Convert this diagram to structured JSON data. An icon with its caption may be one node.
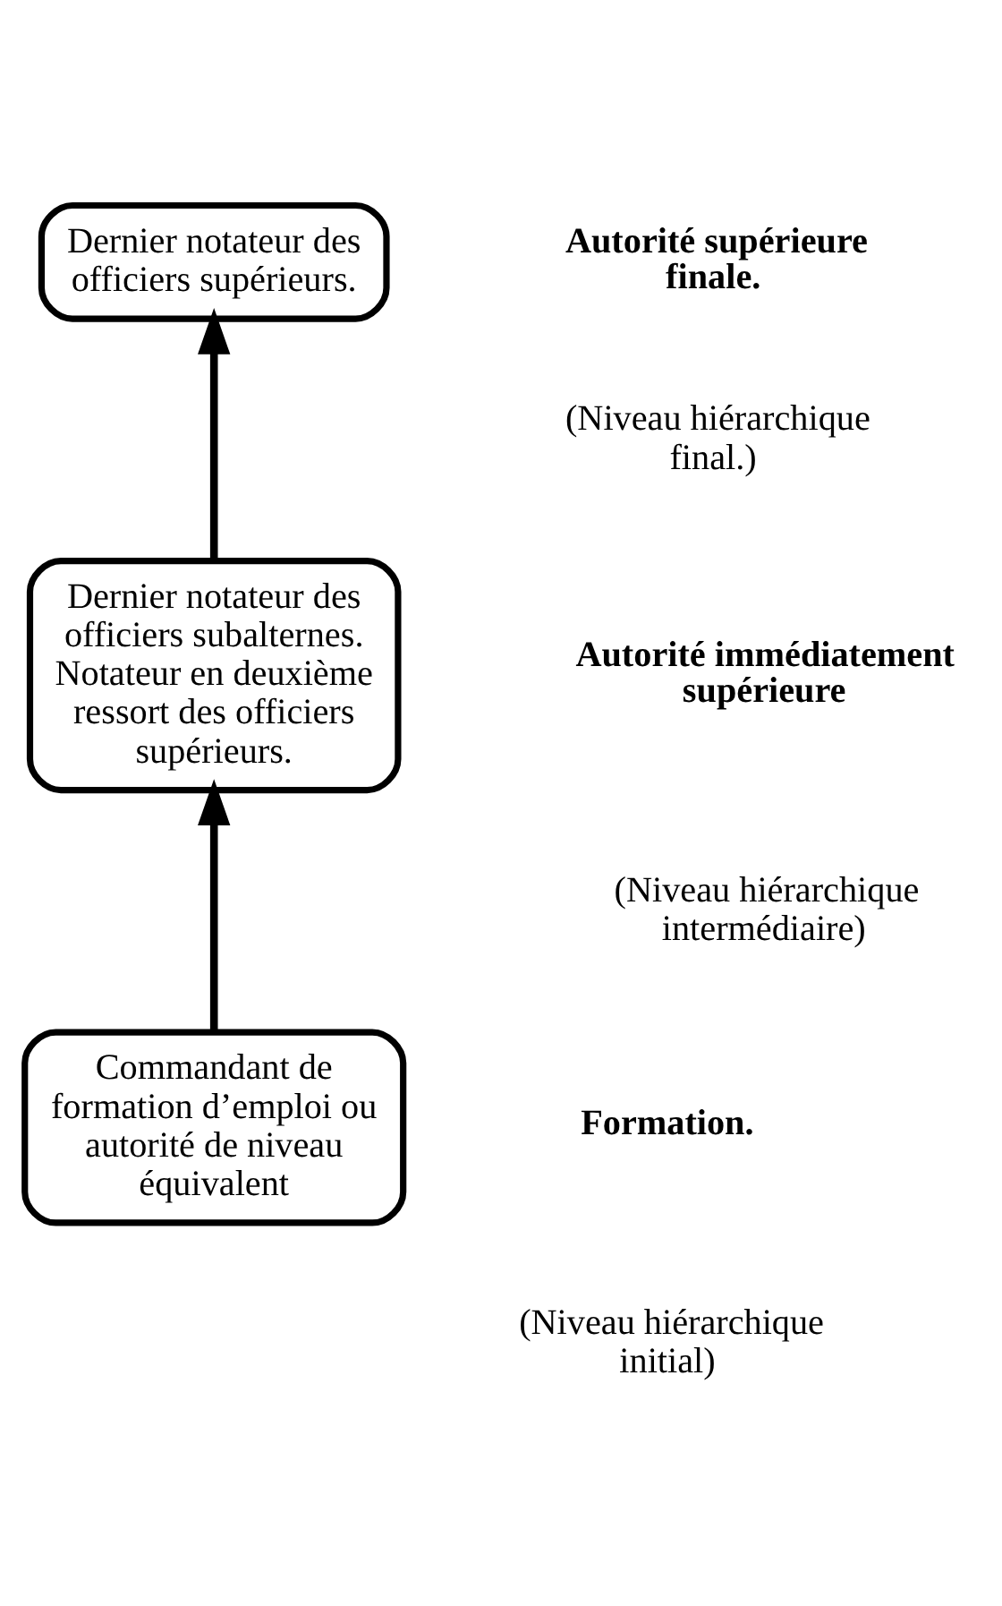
{
  "diagram": {
    "nodes": [
      {
        "text": [
          "Dernier notateur des officiers supérieurs."
        ]
      },
      {
        "text": [
          "Dernier notateur des officiers subalternes. Notateur en deuxième ressort des officiers supérieurs."
        ]
      },
      {
        "text": [
          "Commandant de formation d’emploi ou autorité de niveau équivalent"
        ]
      }
    ],
    "edges": [
      {
        "from": 2,
        "to": 1,
        "arrow": "to"
      },
      {
        "from": 1,
        "to": 0,
        "arrow": "to"
      }
    ],
    "labels": [
      "Autorité supérieure finale.",
      "(Niveau hiérarchique final.)",
      "Autorité immédiatement supérieure",
      "(Niveau hiérarchique intermédiaire)",
      "Formation.",
      "(Niveau hiérarchique initial)"
    ]
  }
}
